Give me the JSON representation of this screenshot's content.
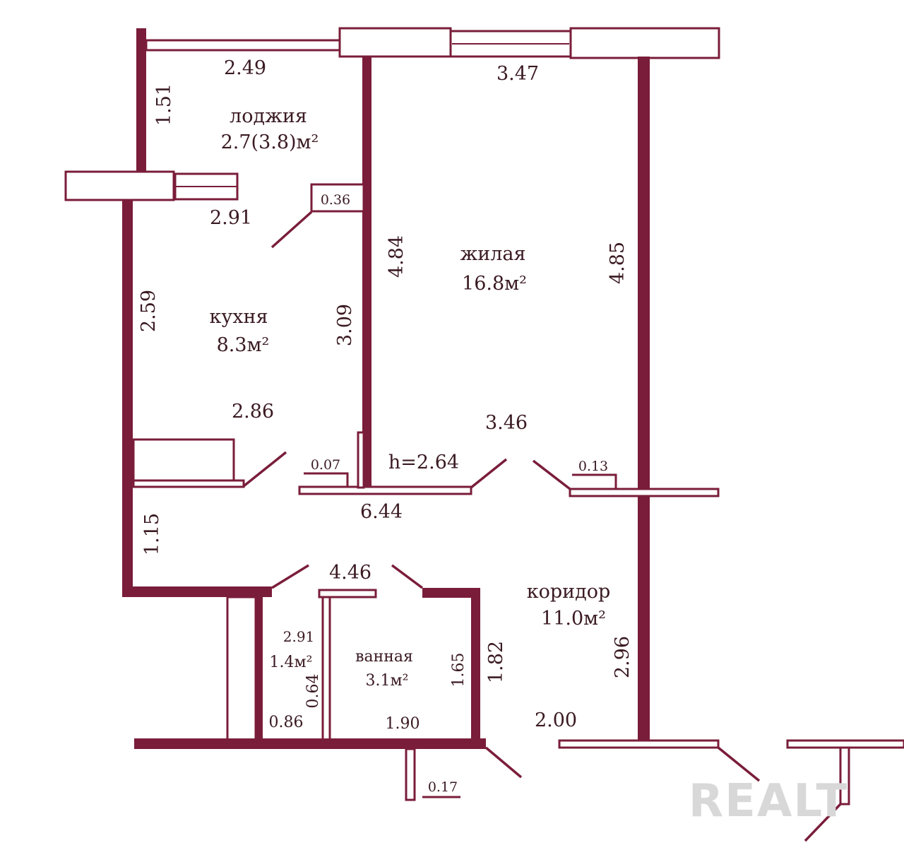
{
  "rooms": {
    "loggia": {
      "name": "лоджия",
      "area": "2.7(3.8)м²"
    },
    "living": {
      "name": "жилая",
      "area": "16.8м²"
    },
    "kitchen": {
      "name": "кухня",
      "area": "8.3м²"
    },
    "corridor": {
      "name": "коридор",
      "area": "11.0м²"
    },
    "bath": {
      "name": "ванная",
      "area": "3.1м²"
    },
    "wc": {
      "area": "1.4м²"
    }
  },
  "dimensions": {
    "d249": "2.49",
    "d347": "3.47",
    "d151": "1.51",
    "d036": "0.36",
    "d291a": "2.91",
    "d484": "4.84",
    "d485": "4.85",
    "d259": "2.59",
    "d309": "3.09",
    "d286": "2.86",
    "d346": "3.46",
    "d007": "0.07",
    "height": "h=2.64",
    "d013": "0.13",
    "d644": "6.44",
    "d115": "1.15",
    "d446": "4.46",
    "d291b": "2.91",
    "d064": "0.64",
    "d165": "1.65",
    "d182": "1.82",
    "d296": "2.96",
    "d086": "0.86",
    "d190": "1.90",
    "d200": "2.00",
    "d017": "0.17"
  },
  "watermark": "REALT",
  "colors": {
    "wall": "#7a1d3a",
    "text": "#3a1a22",
    "watermark": "#d8d8d8"
  }
}
